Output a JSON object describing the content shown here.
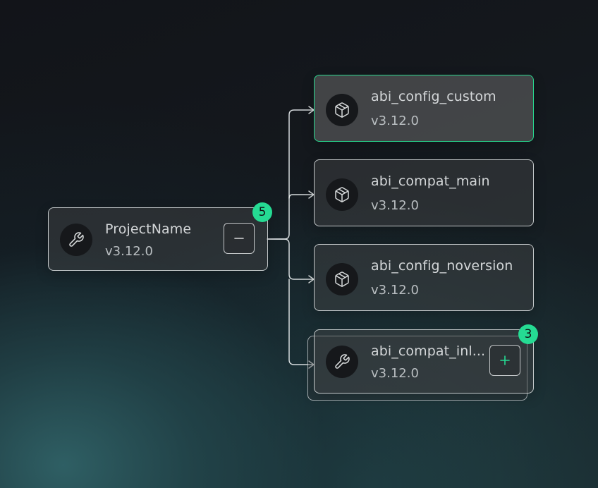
{
  "colors": {
    "accent": "#25db93",
    "node_border": "#e6eaec",
    "selected_border": "#28d98f",
    "text_primary": "#d3d6d8",
    "text_secondary": "#b9bec1"
  },
  "root": {
    "title": "ProjectName",
    "version": "v3.12.0",
    "icon": "wrench-icon",
    "badge": "5",
    "action": "collapse"
  },
  "children": [
    {
      "title": "abi_config_custom",
      "version": "v3.12.0",
      "icon": "package-icon",
      "selected": true
    },
    {
      "title": "abi_compat_main",
      "version": "v3.12.0",
      "icon": "package-icon",
      "selected": false
    },
    {
      "title": "abi_config_noversion",
      "version": "v3.12.0",
      "icon": "package-icon",
      "selected": false
    },
    {
      "title": "abi_compat_inl...",
      "version": "v3.12.0",
      "icon": "wrench-icon",
      "selected": false,
      "badge": "3",
      "action": "expand",
      "stacked": true
    }
  ]
}
